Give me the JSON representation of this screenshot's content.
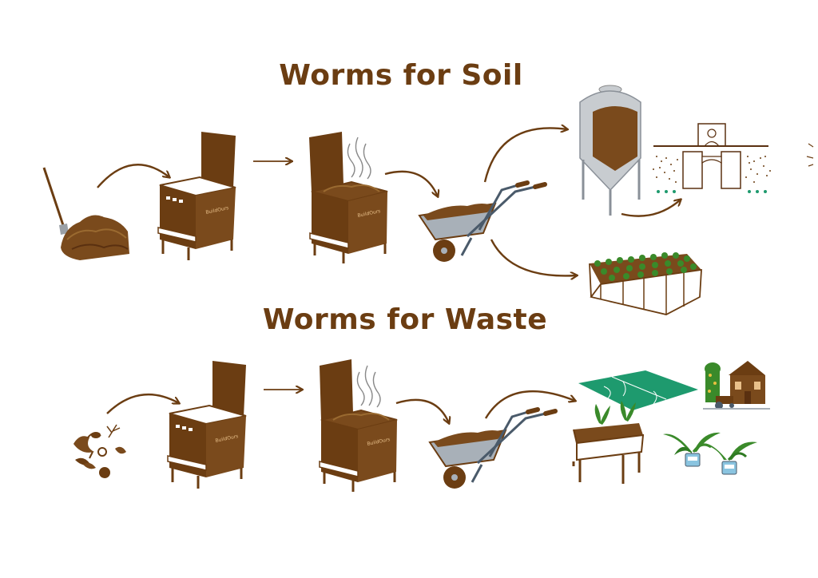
{
  "sections": [
    {
      "title": "Worms for Soil"
    },
    {
      "title": "Worms for Waste"
    }
  ],
  "bin_logo": "BuildOurs",
  "colors": {
    "brown": "#6b3d12",
    "dark_brown": "#5a3010",
    "soil": "#7a4a1c",
    "grey": "#a8b0b8",
    "green": "#1e9a6e",
    "plant_green": "#3a8a2a"
  }
}
